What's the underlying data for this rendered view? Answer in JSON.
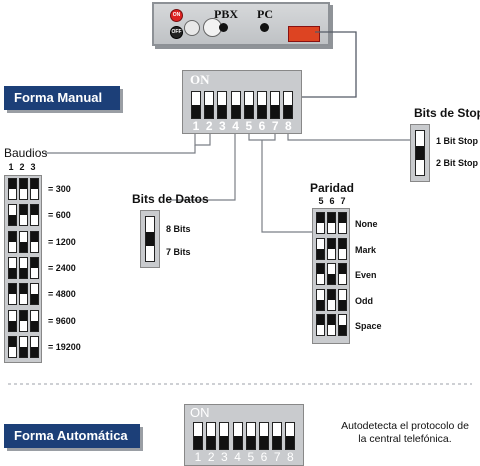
{
  "device": {
    "on_label": "ON",
    "off_label": "OFF",
    "pbx_label": "PBX",
    "pc_label": "PC"
  },
  "manual": {
    "banner": "Forma Manual",
    "on_label": "ON",
    "switch_numbers": [
      "1",
      "2",
      "3",
      "4",
      "5",
      "6",
      "7",
      "8"
    ]
  },
  "bits_stop": {
    "title": "Bits de Stop",
    "options": [
      "1 Bit Stop",
      "2 Bit Stop"
    ]
  },
  "baudios": {
    "title": "Baudios",
    "columns": [
      "1",
      "2",
      "3"
    ],
    "rates": [
      "= 300",
      "= 600",
      "= 1200",
      "= 2400",
      "= 4800",
      "= 9600",
      "= 19200"
    ]
  },
  "bits_datos": {
    "title": "Bits de Datos",
    "options": [
      "8 Bits",
      "7 Bits"
    ]
  },
  "paridad": {
    "title": "Paridad",
    "columns": [
      "5",
      "6",
      "7"
    ],
    "options": [
      "None",
      "Mark",
      "Even",
      "Odd",
      "Space"
    ]
  },
  "automatic": {
    "banner": "Forma Automática",
    "on_label": "ON",
    "switch_numbers": [
      "1",
      "2",
      "3",
      "4",
      "5",
      "6",
      "7",
      "8"
    ],
    "description_line1": "Autodetecta el protocolo de",
    "description_line2": "la central telefónica."
  }
}
